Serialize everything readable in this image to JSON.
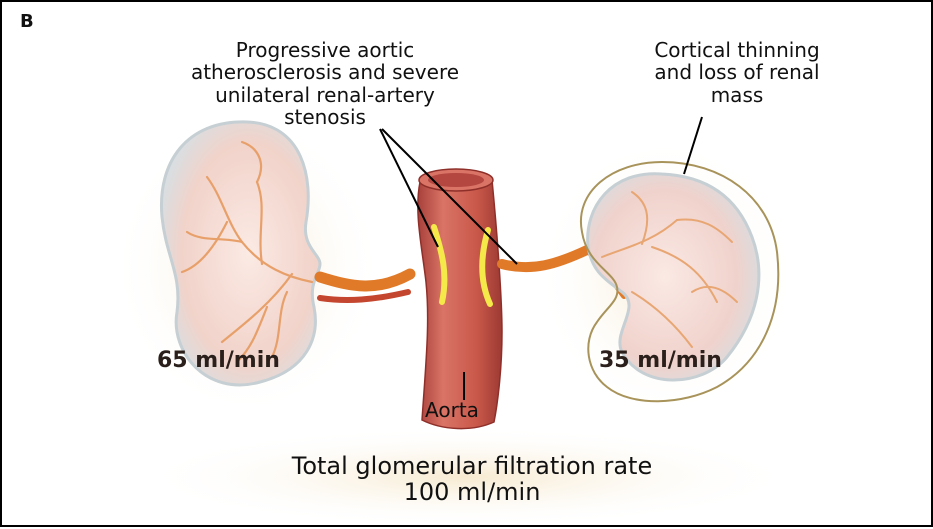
{
  "panel_letter": "B",
  "labels": {
    "stenosis": [
      "Progressive aortic",
      "atherosclerosis and severe",
      "unilateral renal-artery",
      "stenosis"
    ],
    "cortical": [
      "Cortical thinning",
      "and loss of renal",
      "mass"
    ],
    "left_kidney_gfr": "65 ml/min",
    "right_kidney_gfr": "35 ml/min",
    "aorta": "Aorta",
    "total": [
      "Total glomerular filtration rate",
      "100 ml/min"
    ]
  },
  "colors": {
    "kidney_fill": "#f3d7cf",
    "kidney_capsule": "#cfd9dd",
    "vessel_orange": "#e8892e",
    "aorta_red": "#c75a4a",
    "plaque_yellow": "#f5e94a",
    "outline_tan": "#a8935a",
    "glow": "#f7ead0"
  }
}
